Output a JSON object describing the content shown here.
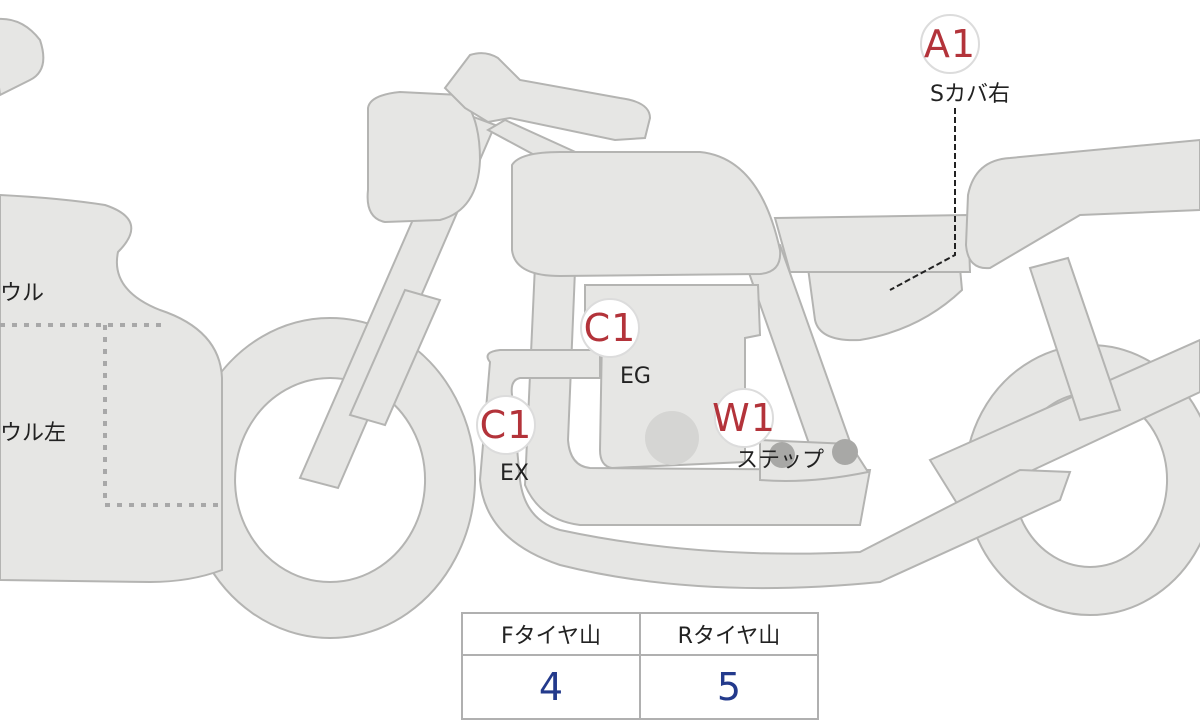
{
  "markers": [
    {
      "code": "A1",
      "label": "Sカバ右"
    },
    {
      "code": "C1",
      "label": "EG"
    },
    {
      "code": "C1",
      "label": "EX"
    },
    {
      "code": "W1",
      "label": "ステップ"
    }
  ],
  "side_labels": [
    "ウル",
    "ウル左"
  ],
  "tire_table": {
    "headers": [
      "Fタイヤ山",
      "Rタイヤ山"
    ],
    "values": [
      "4",
      "5"
    ]
  },
  "colors": {
    "body_fill": "#e6e6e4",
    "code_text": "#b3333a",
    "value_text": "#233a8c"
  }
}
